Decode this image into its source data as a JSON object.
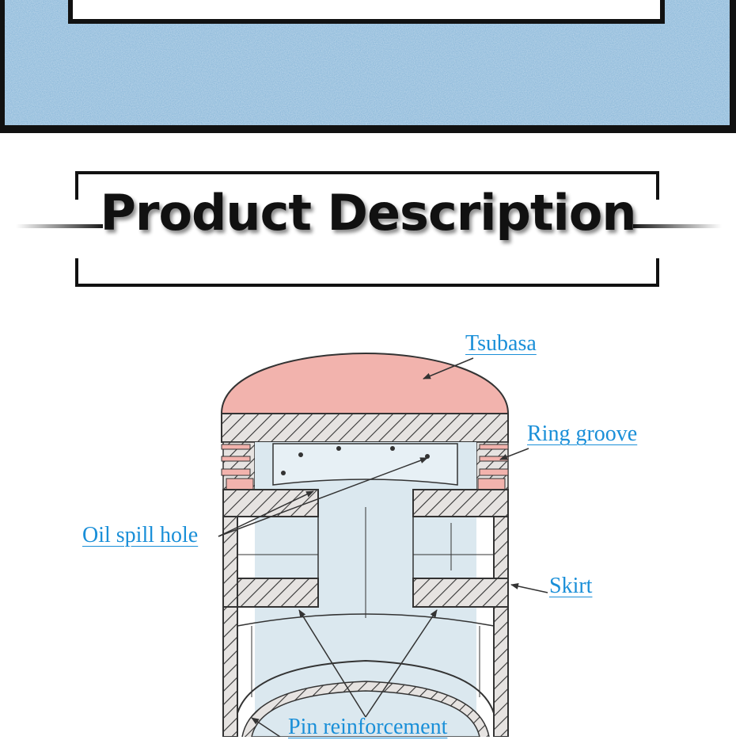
{
  "heading": {
    "title": "Product Description"
  },
  "diagram": {
    "labels": {
      "tsubasa": "Tsubasa",
      "ring_groove": "Ring groove",
      "oil_spill_hole": "Oil spill hole",
      "skirt": "Skirt",
      "pin_reinforcement": "Pin reinforcement"
    }
  },
  "colors": {
    "banner_blue": "#88b6d8",
    "crown_pink": "#f2b3ad",
    "body_blue": "#dbe8ef",
    "label_blue": "#1a8fd8",
    "frame_black": "#111111"
  }
}
